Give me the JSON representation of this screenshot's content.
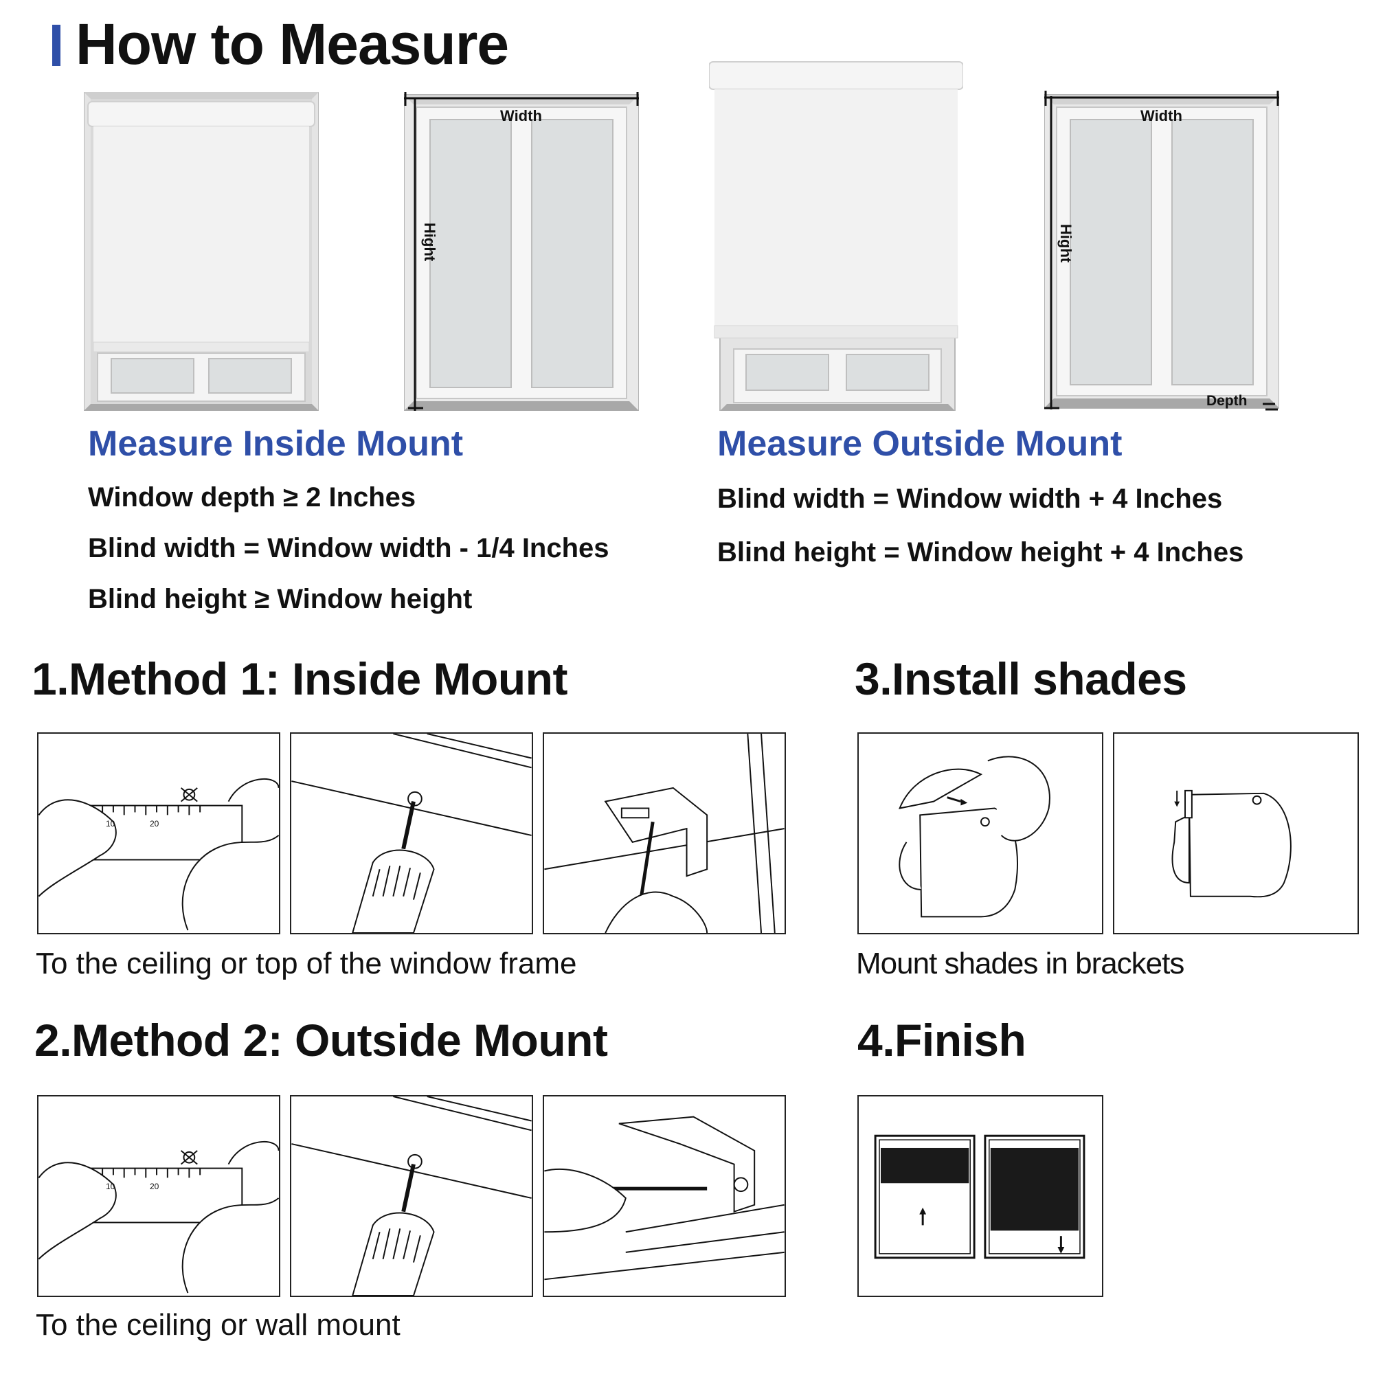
{
  "header": {
    "title": "How to Measure",
    "accent_color": "#2f4fa8"
  },
  "measure_inside": {
    "title": "Measure Inside Mount",
    "lines": [
      "Window depth ≥ 2 Inches",
      "Blind width = Window width - 1/4 Inches",
      "Blind height ≥ Window height"
    ],
    "width_label": "Width",
    "height_label": "Hight"
  },
  "measure_outside": {
    "title": "Measure Outside Mount",
    "lines": [
      "Blind width = Window width + 4 Inches",
      "Blind height = Window height + 4 Inches"
    ],
    "width_label": "Width",
    "height_label": "Hight",
    "depth_label": "Depth"
  },
  "ruler_ticks": [
    "10",
    "20"
  ],
  "steps": [
    {
      "heading": "1.Method 1: Inside Mount",
      "caption": "To the ceiling or top of the window frame"
    },
    {
      "heading": "2.Method 2: Outside Mount",
      "caption": "To the ceiling or wall mount"
    },
    {
      "heading": "3.Install shades",
      "caption": "Mount shades in brackets"
    },
    {
      "heading": "4.Finish",
      "caption": ""
    }
  ]
}
